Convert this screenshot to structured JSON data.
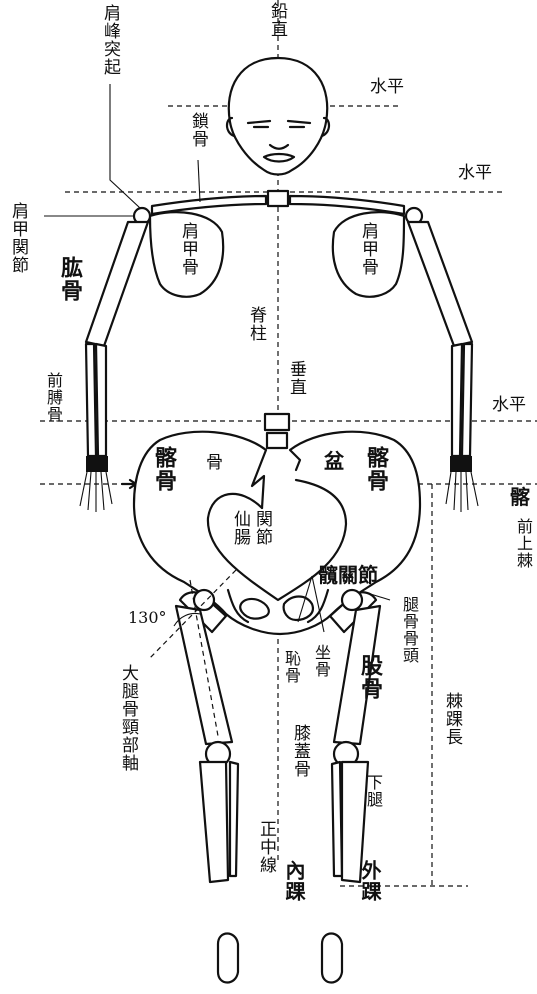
{
  "labels": {
    "vertical_top": "鉛直",
    "horizontal_eye": "水平",
    "horizontal_shoulder": "水平",
    "horizontal_wrist": "水平",
    "acromion": "肩峰突起",
    "clavicle": "鎖骨",
    "shoulder_joint": "肩甲関節",
    "humerus": "肱骨",
    "scapula_left": "肩甲骨",
    "scapula_right": "肩甲骨",
    "spine": "脊柱",
    "vertical_mid": "垂直",
    "forearm": "前膊骨",
    "pelvis_left_a": "髂骨",
    "pelvis_left_b": "骨",
    "pelvis_right_a": "盆",
    "pelvis_right_b": "髂骨",
    "sacroiliac": "仙腸関節",
    "hip_joint": "髖關節",
    "asis_a": "髂",
    "asis_b": "前上棘",
    "femoral_head": "腿骨骨頭",
    "angle": "130°",
    "femoral_neck_axis": "大腿骨頸部軸",
    "pubis": "恥骨",
    "ischium": "坐骨",
    "femur": "股骨",
    "patella": "膝蓋骨",
    "spina_malleolus_length": "棘踝長",
    "lower_leg": "下腿",
    "midline": "正中線",
    "medial_malleolus": "內踝",
    "lateral_malleolus": "外踝"
  },
  "colors": {
    "line": "#111111",
    "background": "#ffffff"
  }
}
